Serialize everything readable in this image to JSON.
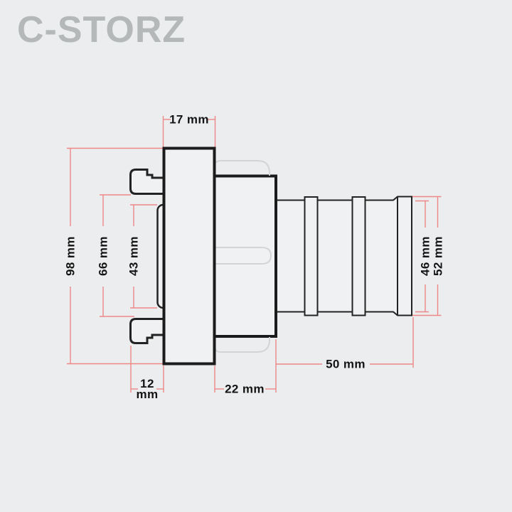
{
  "brand": {
    "logo_text": "C-STORZ"
  },
  "drawing": {
    "type": "technical-dimension-drawing",
    "subject": "Storz hose coupling with barbed hose tail, side view",
    "units": "mm",
    "dimensions": {
      "coupling_flange_width": "17 mm",
      "coupling_outer_diameter": "98 mm",
      "lug_inner_diameter": "66 mm",
      "seal_inner_diameter": "43 mm",
      "barb_body_diameter": "46 mm",
      "barb_crest_diameter": "52 mm",
      "barb_length": "50 mm",
      "body_length": "22 mm",
      "lug_depth_value": "12",
      "lug_depth_unit": "mm"
    },
    "colors": {
      "background": "#ecedee",
      "part_fill": "#f0f1f2",
      "outline": "#1c1c1c",
      "dimension_line": "#ee8888",
      "ghost_line": "#d2d4d6",
      "label": "#141414",
      "logo": "#b5b8b9"
    }
  }
}
